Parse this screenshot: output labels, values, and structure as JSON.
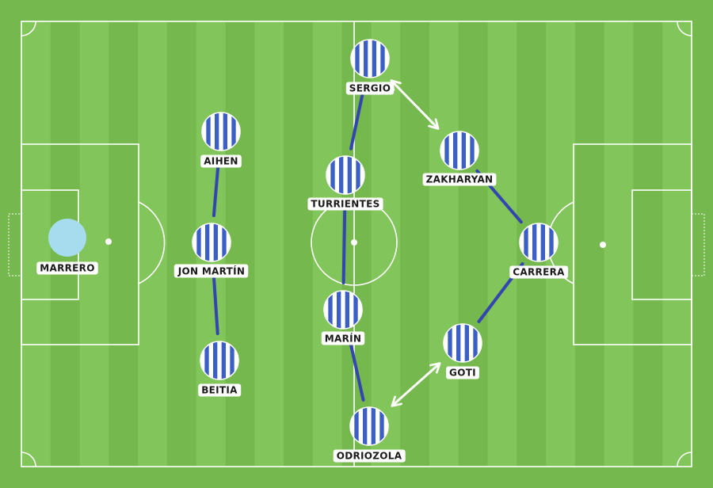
{
  "colors": {
    "grass_light": "#82c55a",
    "grass_dark": "#74b84e",
    "lines": "#ffffff",
    "stripe_blue": "#3b5fc4",
    "stripe_white": "#ffffff",
    "goalkeeper_kit": "#a6dcee",
    "connector": "#3346b0",
    "arrow": "#ffffff",
    "label_bg": "#ffffff",
    "label_text": "#1a1a1a"
  },
  "players": [
    {
      "name": "MARRERO",
      "kit": "goalkeeper",
      "icon": "goalkeeper-shirt-icon"
    },
    {
      "name": "AIHEN",
      "kit": "striped",
      "icon": "striped-shirt-icon"
    },
    {
      "name": "JON MARTÍN",
      "kit": "striped",
      "icon": "striped-shirt-icon"
    },
    {
      "name": "BEITIA",
      "kit": "striped",
      "icon": "striped-shirt-icon"
    },
    {
      "name": "TURRIENTES",
      "kit": "striped",
      "icon": "striped-shirt-icon"
    },
    {
      "name": "MARÍN",
      "kit": "striped",
      "icon": "striped-shirt-icon"
    },
    {
      "name": "SERGIO",
      "kit": "striped",
      "icon": "striped-shirt-icon"
    },
    {
      "name": "ODRIOZOLA",
      "kit": "striped",
      "icon": "striped-shirt-icon"
    },
    {
      "name": "ZAKHARYAN",
      "kit": "striped",
      "icon": "striped-shirt-icon"
    },
    {
      "name": "GOTI",
      "kit": "striped",
      "icon": "striped-shirt-icon"
    },
    {
      "name": "CARRERA",
      "kit": "striped",
      "icon": "striped-shirt-icon"
    }
  ],
  "links": [
    {
      "from": "AIHEN",
      "to": "JON MARTÍN"
    },
    {
      "from": "JON MARTÍN",
      "to": "BEITIA"
    },
    {
      "from": "SERGIO",
      "to": "TURRIENTES"
    },
    {
      "from": "TURRIENTES",
      "to": "MARÍN"
    },
    {
      "from": "MARÍN",
      "to": "ODRIOZOLA"
    },
    {
      "from": "ZAKHARYAN",
      "to": "CARRERA"
    },
    {
      "from": "CARRERA",
      "to": "GOTI"
    }
  ],
  "arrows": [
    {
      "between": [
        "SERGIO",
        "ZAKHARYAN"
      ],
      "style": "double-headed"
    },
    {
      "between": [
        "ODRIOZOLA",
        "GOTI"
      ],
      "style": "double-headed"
    }
  ]
}
